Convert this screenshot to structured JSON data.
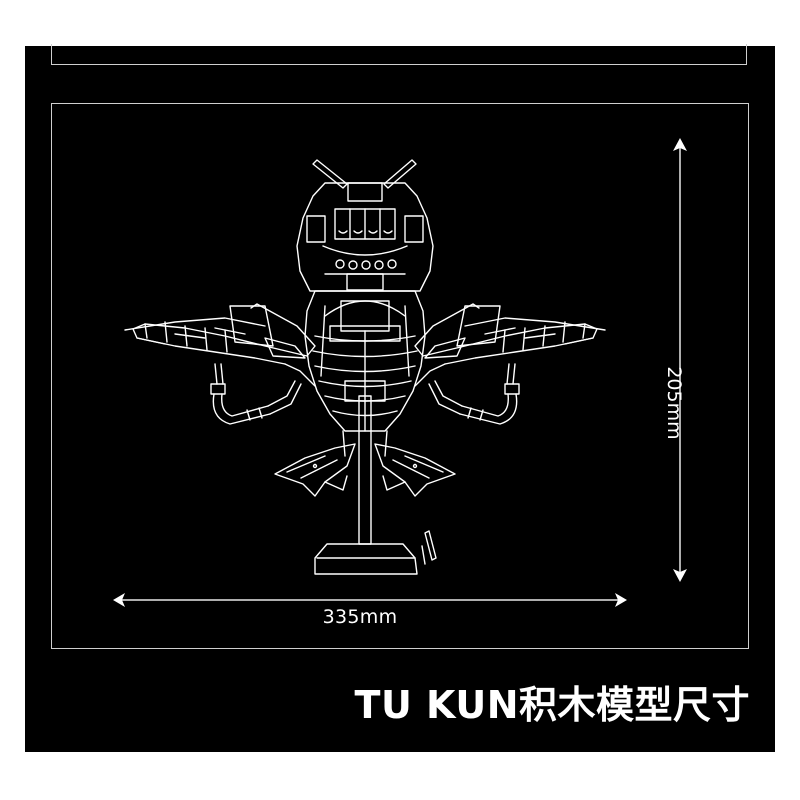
{
  "dimensions": {
    "width_label": "335mm",
    "height_label": "205mm"
  },
  "title": "TU KUN积木模型尺寸",
  "colors": {
    "background": "#000000",
    "line": "#ffffff",
    "frame": "#cfcfcf",
    "page": "#ffffff"
  }
}
